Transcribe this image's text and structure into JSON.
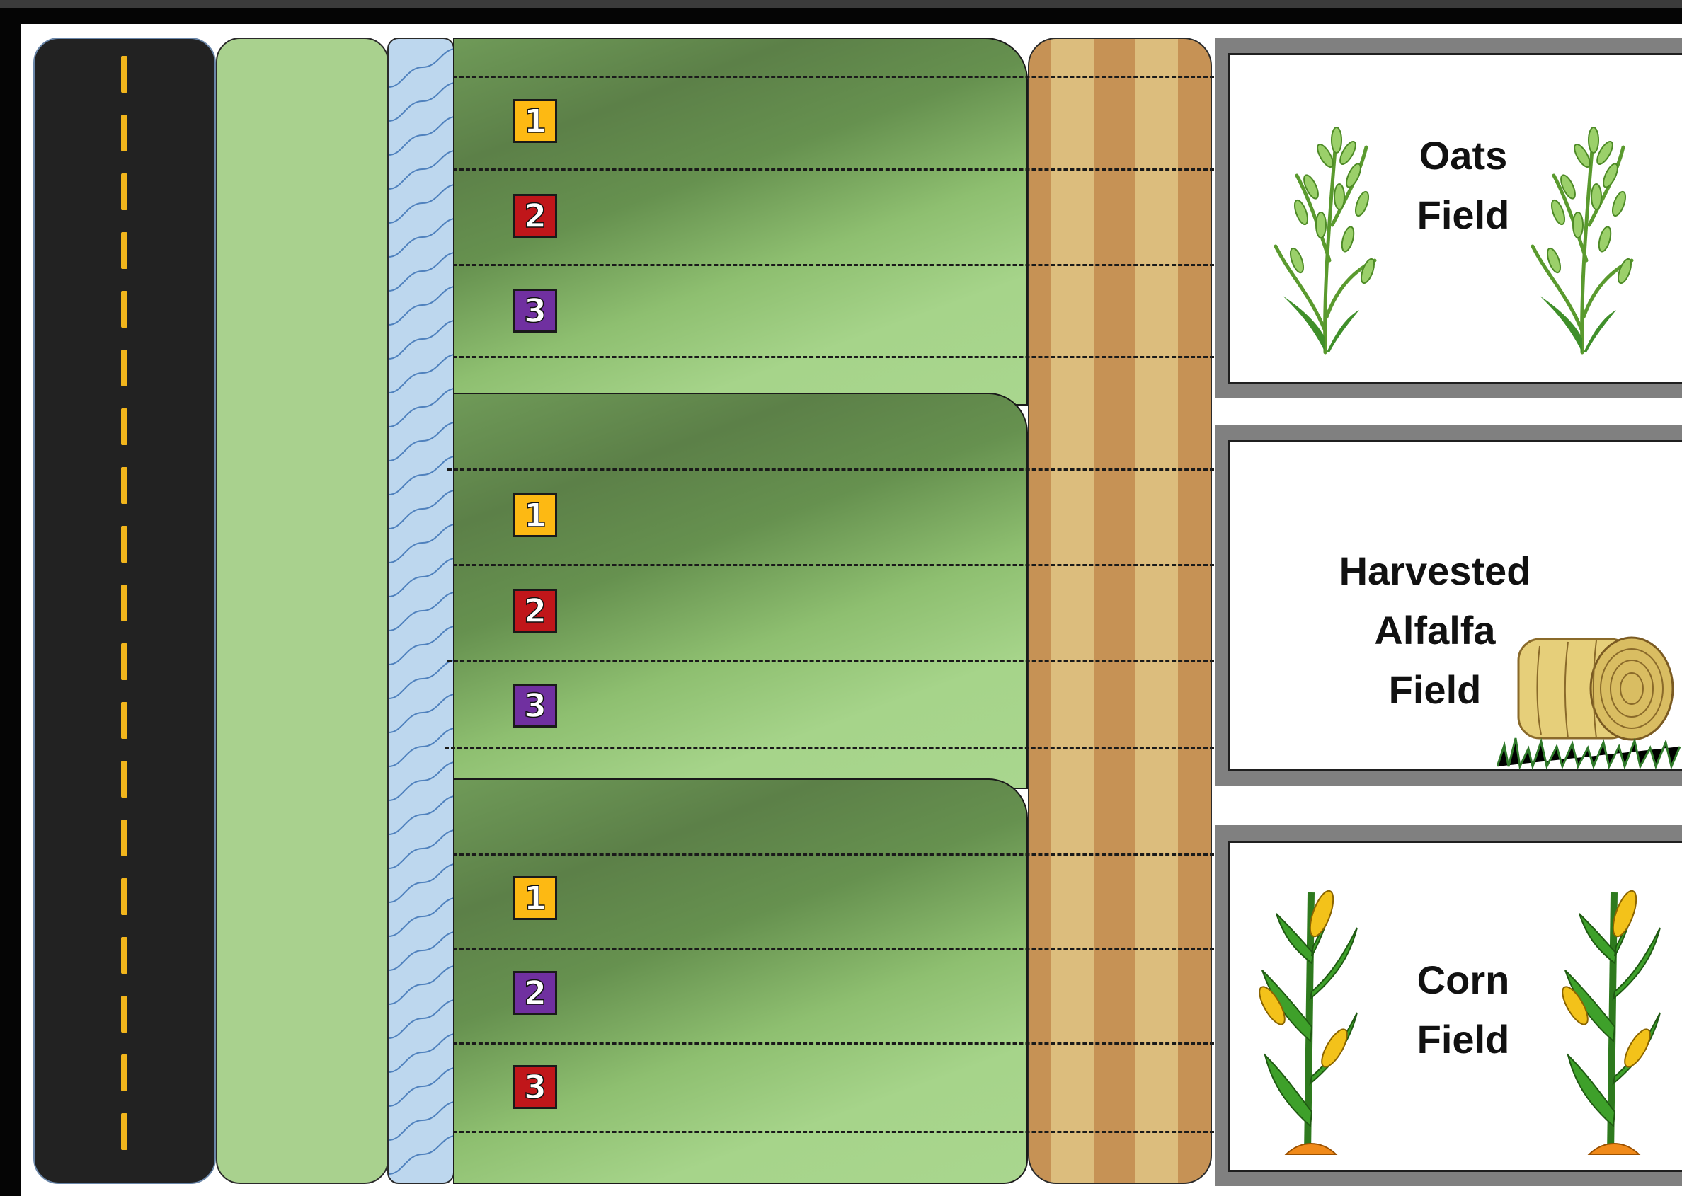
{
  "plots": [
    {
      "rows": [
        {
          "label": "1",
          "color": "#fdb913"
        },
        {
          "label": "2",
          "color": "#c0161a"
        },
        {
          "label": "3",
          "color": "#7030a0"
        }
      ]
    },
    {
      "rows": [
        {
          "label": "1",
          "color": "#fdb913"
        },
        {
          "label": "2",
          "color": "#c0161a"
        },
        {
          "label": "3",
          "color": "#7030a0"
        }
      ]
    },
    {
      "rows": [
        {
          "label": "1",
          "color": "#fdb913"
        },
        {
          "label": "2",
          "color": "#7030a0"
        },
        {
          "label": "3",
          "color": "#c0161a"
        }
      ]
    }
  ],
  "fields": {
    "oats": {
      "line1": "Oats",
      "line2": "Field",
      "icon": "oat-plant-icon"
    },
    "alfalfa": {
      "line1": "Harvested",
      "line2": "Alfalfa",
      "line3": "Field",
      "icon": "hay-bale-icon"
    },
    "corn": {
      "line1": "Corn",
      "line2": "Field",
      "icon": "corn-plant-icon"
    }
  },
  "colors": {
    "road": "#222222",
    "road_dash": "#f1b51c",
    "grass": "#a9d18e",
    "water": "#bdd7ee",
    "buffer_dark": "#c69255",
    "buffer_light": "#dcbd7d"
  }
}
